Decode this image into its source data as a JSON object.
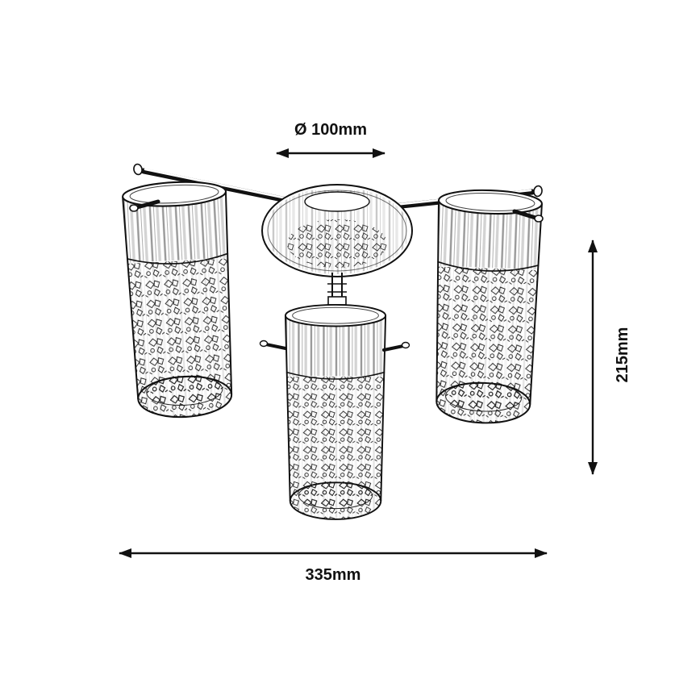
{
  "diagram": {
    "subject": "three-shade-ceiling-light-dimension-drawing",
    "background_color": "#ffffff",
    "line_color": "#111111",
    "dimensions": {
      "diameter_label": "Ø 100mm",
      "height_label": "215mm",
      "width_label": "335mm"
    }
  }
}
